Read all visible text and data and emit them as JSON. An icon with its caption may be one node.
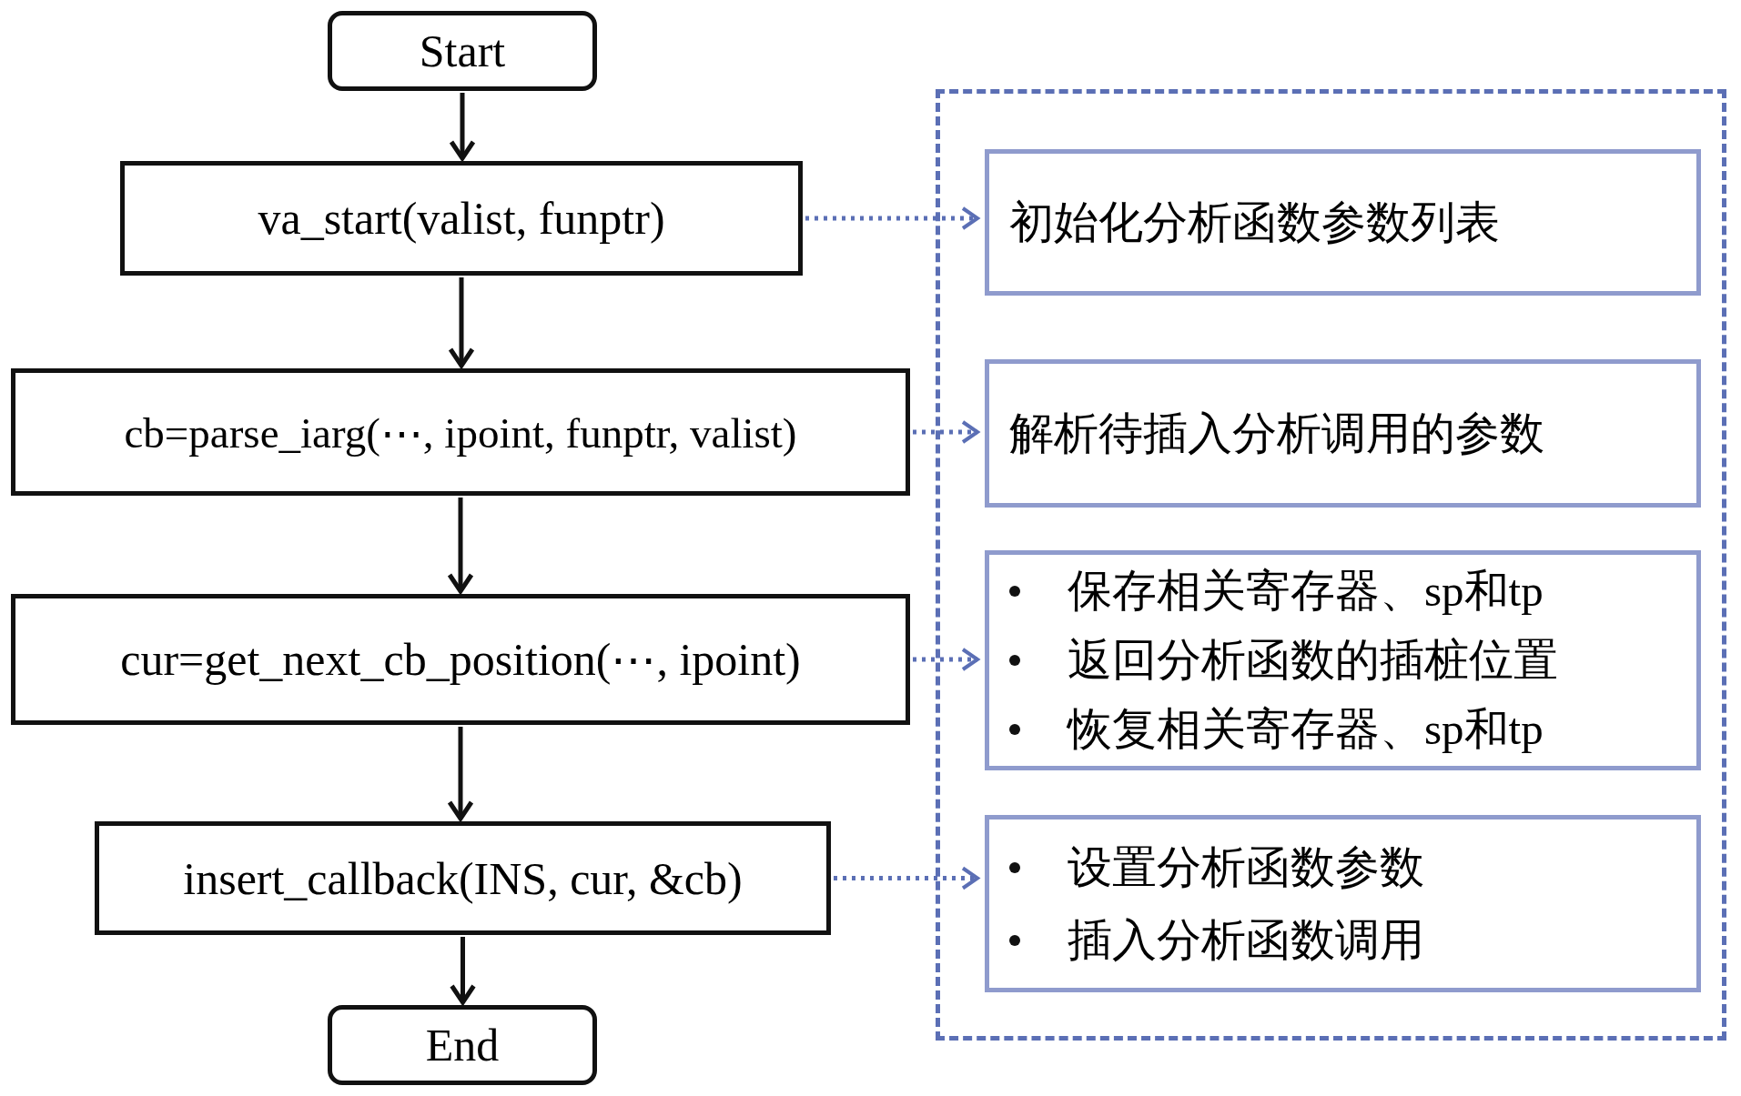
{
  "diagram": {
    "nodes": [
      {
        "text": [
          "Start"
        ]
      },
      {
        "text": [
          "va_start(valist, funptr)"
        ]
      },
      {
        "text": [
          "cb=parse_iarg(⋯, ipoint, funptr, valist)"
        ]
      },
      {
        "text": [
          "cur=get_next_cb_position(⋯, ipoint)"
        ]
      },
      {
        "text": [
          "insert_callback(INS, cur, &cb)"
        ]
      },
      {
        "text": [
          "End"
        ]
      },
      {
        "text": [],
        "shape": "box"
      },
      {
        "text": [
          "初始化分析函数参数列表"
        ],
        "in": 6
      },
      {
        "text": [
          "解析待插入分析调用的参数"
        ],
        "in": 6
      },
      {
        "text": [
          "保存相关寄存器、sp和tp",
          "返回分析函数的插桩位置",
          "恢复相关寄存器、sp和tp"
        ],
        "in": 6
      },
      {
        "text": [
          "设置分析函数参数",
          "插入分析函数调用"
        ],
        "in": 6
      }
    ],
    "edges": [
      {
        "from": 0,
        "to": 1,
        "arrow": "to"
      },
      {
        "from": 1,
        "to": 2,
        "arrow": "to"
      },
      {
        "from": 2,
        "to": 3,
        "arrow": "to"
      },
      {
        "from": 3,
        "to": 4,
        "arrow": "to"
      },
      {
        "from": 4,
        "to": 5,
        "arrow": "to"
      },
      {
        "from": 1,
        "to": 7,
        "arrow": "to",
        "style": "dashed",
        "color": "#5b6fb5"
      },
      {
        "from": 2,
        "to": 8,
        "arrow": "to",
        "style": "dashed",
        "color": "#5b6fb5"
      },
      {
        "from": 3,
        "to": 9,
        "arrow": "to",
        "style": "dashed",
        "color": "#5b6fb5"
      },
      {
        "from": 4,
        "to": 10,
        "arrow": "to",
        "style": "dashed",
        "color": "#5b6fb5"
      }
    ]
  }
}
